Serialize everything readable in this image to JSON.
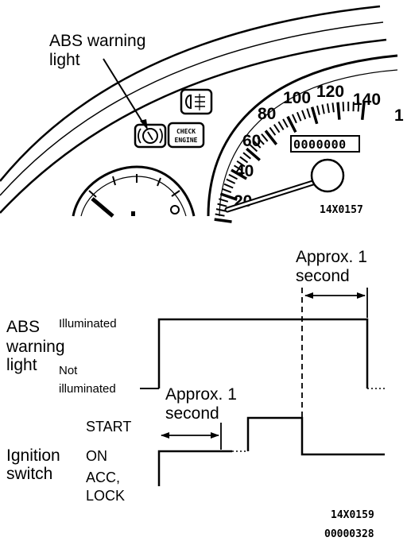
{
  "dashboard": {
    "callout_line1": "ABS warning",
    "callout_line2": "light",
    "speedo_labels": [
      "20",
      "40",
      "60",
      "80",
      "100",
      "120",
      "140",
      "1"
    ],
    "odometer": "0000000",
    "check_engine_line1": "CHECK",
    "check_engine_line2": "ENGINE",
    "figure_code": "14X0157"
  },
  "timing": {
    "abs_label": [
      "ABS",
      "warning",
      "light"
    ],
    "illuminated": "Illuminated",
    "not_illuminated": [
      "Not",
      "illuminated"
    ],
    "ignition_label": [
      "Ignition",
      "switch"
    ],
    "start": "START",
    "on": "ON",
    "acc_lock": [
      "ACC,",
      "LOCK"
    ],
    "approx_line1": "Approx. 1",
    "approx_line2": "second",
    "figure_code": "14X0159",
    "doc_code": "00000328"
  }
}
